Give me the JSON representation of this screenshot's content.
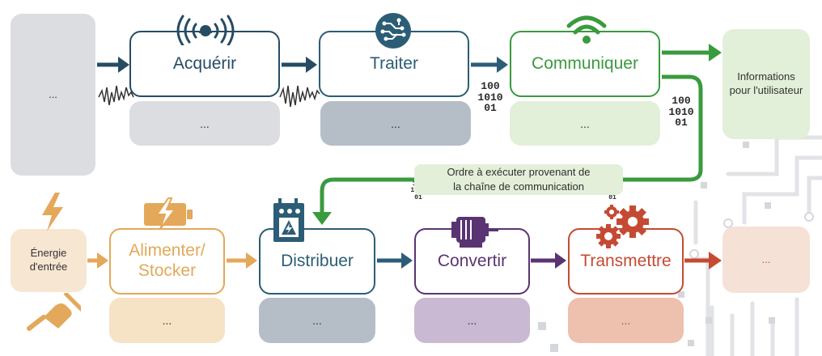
{
  "colors": {
    "acquire": "#264c63",
    "process": "#2c5d76",
    "communicate": "#3a9a3e",
    "feed": "#e3a85a",
    "distribute": "#2c5d76",
    "convert": "#5a3472",
    "transmit": "#c54a33",
    "grey_bg": "#dcdde0",
    "green_bg": "#e2efd9",
    "orange_bg": "#f7e6d2",
    "red_bg": "#f6e1d6"
  },
  "information_chain": {
    "left_placeholder": "...",
    "blocks": [
      {
        "label": "Acquérir",
        "detail": "..."
      },
      {
        "label": "Traiter",
        "detail": "..."
      },
      {
        "label": "Communiquer",
        "detail": "..."
      }
    ],
    "output": "Informations pour l'utilisateur"
  },
  "link": {
    "order_line1": "Ordre à exécuter provenant de",
    "order_line2": "la chaîne de communication"
  },
  "binary": {
    "b1": "100",
    "b2": "1010",
    "b3": "01"
  },
  "energy_chain": {
    "input": "Énergie d'entrée",
    "blocks": [
      {
        "label": "Alimenter/ Stocker",
        "detail": "..."
      },
      {
        "label": "Distribuer",
        "detail": "..."
      },
      {
        "label": "Convertir",
        "detail": "..."
      },
      {
        "label": "Transmettre",
        "detail": "..."
      }
    ],
    "output_placeholder": "..."
  },
  "icons": [
    "wireless-sensor-icon",
    "circuit-brain-icon",
    "wifi-icon",
    "lightning-icon",
    "power-plug-icon",
    "battery-charging-icon",
    "electrical-cabinet-icon",
    "electric-motor-icon",
    "gears-icon",
    "signal-wave-icon"
  ]
}
